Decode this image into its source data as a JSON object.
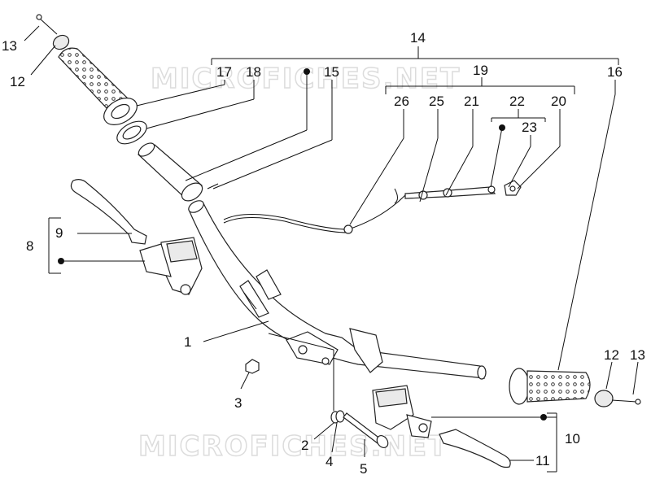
{
  "watermark": "MICROFICHES.NET",
  "callouts": {
    "c1": "1",
    "c2": "2",
    "c3": "3",
    "c4": "4",
    "c5": "5",
    "c8": "8",
    "c9": "9",
    "c10": "10",
    "c11": "11",
    "c12_left": "12",
    "c12_right": "12",
    "c13_left": "13",
    "c13_right": "13",
    "c14": "14",
    "c15": "15",
    "c16": "16",
    "c17": "17",
    "c18": "18",
    "c19": "19",
    "c20": "20",
    "c21": "21",
    "c22": "22",
    "c23": "23",
    "c25": "25",
    "c26": "26"
  }
}
